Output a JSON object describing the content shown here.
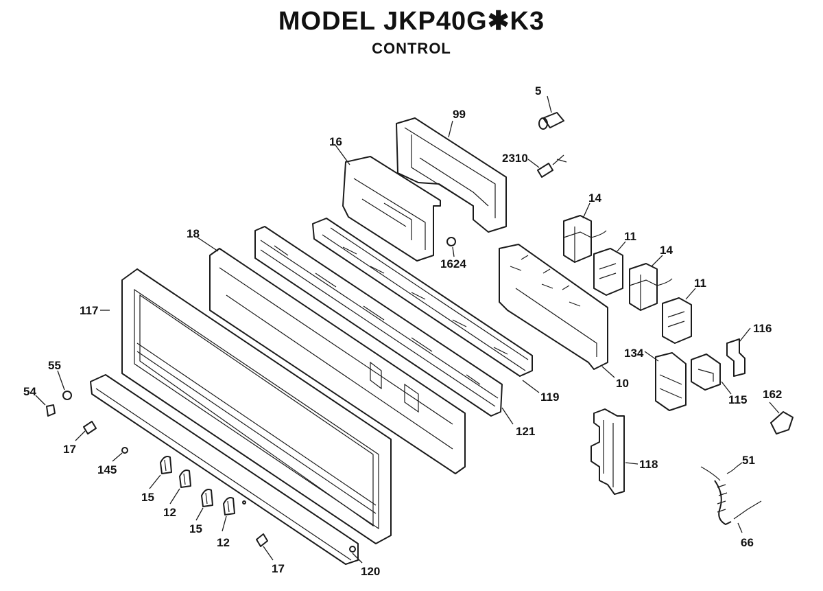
{
  "header": {
    "title": "MODEL JKP40G✱K3",
    "subtitle": "CONTROL"
  },
  "callouts": {
    "c5": "5",
    "c99": "99",
    "c16": "16",
    "c2310": "2310",
    "c14a": "14",
    "c14b": "14",
    "c11a": "11",
    "c11b": "11",
    "c18": "18",
    "c1624": "1624",
    "c117": "117",
    "c116": "116",
    "c134": "134",
    "c10": "10",
    "c119": "119",
    "c55": "55",
    "c54": "54",
    "c115": "115",
    "c162": "162",
    "c121": "121",
    "c17a": "17",
    "c145": "145",
    "c118": "118",
    "c51": "51",
    "c15a": "15",
    "c12a": "12",
    "c15b": "15",
    "c12b": "12",
    "c66": "66",
    "c17b": "17",
    "c120": "120"
  }
}
